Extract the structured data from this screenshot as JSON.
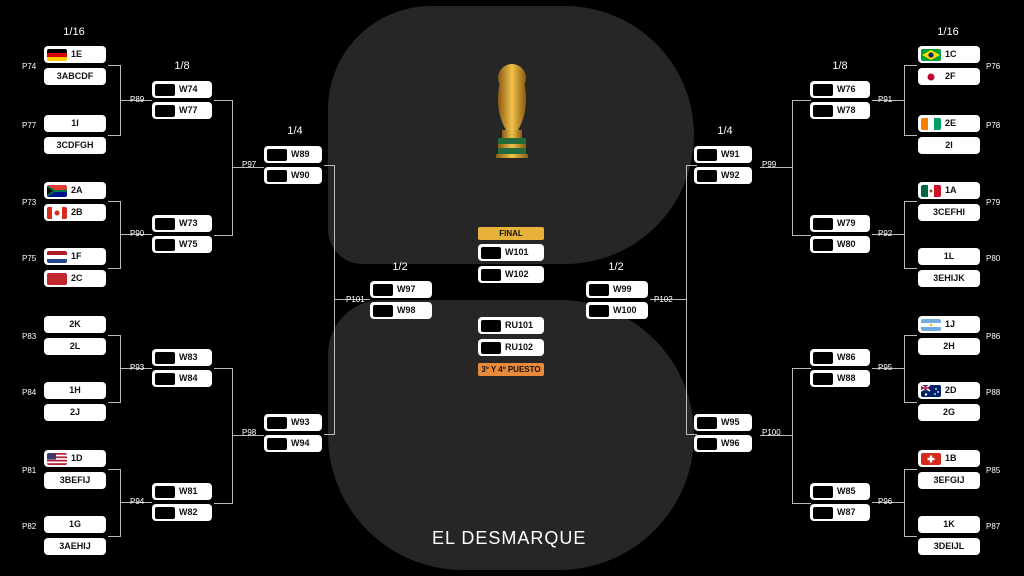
{
  "colors": {
    "background": "#000000",
    "shape": "#262626",
    "slot": "#ffffff",
    "final_badge": "#e8b23a",
    "third_badge": "#e88a3a"
  },
  "rounds": {
    "r16_left": "1/16",
    "r16_right": "1/16",
    "r8_left": "1/8",
    "r8_right": "1/8",
    "qf_left": "1/4",
    "qf_right": "1/4",
    "sf_left": "1/2",
    "sf_right": "1/2"
  },
  "final_label": "FINAL",
  "third_label": "3º Y 4º PUESTO",
  "brand": "EL DESMARQUE",
  "trophy_icon": "world-cup-trophy-icon",
  "left_r32": [
    {
      "match": "P74",
      "teams": [
        {
          "label": "1E",
          "flag": "germany"
        },
        {
          "label": "3ABCDF",
          "flag": ""
        }
      ]
    },
    {
      "match": "P77",
      "teams": [
        {
          "label": "1I",
          "flag": ""
        },
        {
          "label": "3CDFGH",
          "flag": ""
        }
      ]
    },
    {
      "match": "P73",
      "teams": [
        {
          "label": "2A",
          "flag": "south-africa"
        },
        {
          "label": "2B",
          "flag": "canada"
        }
      ]
    },
    {
      "match": "P75",
      "teams": [
        {
          "label": "1F",
          "flag": "netherlands"
        },
        {
          "label": "2C",
          "flag": "morocco"
        }
      ]
    },
    {
      "match": "P83",
      "teams": [
        {
          "label": "2K",
          "flag": ""
        },
        {
          "label": "2L",
          "flag": ""
        }
      ]
    },
    {
      "match": "P84",
      "teams": [
        {
          "label": "1H",
          "flag": ""
        },
        {
          "label": "2J",
          "flag": ""
        }
      ]
    },
    {
      "match": "P81",
      "teams": [
        {
          "label": "1D",
          "flag": "usa"
        },
        {
          "label": "3BEFIJ",
          "flag": ""
        }
      ]
    },
    {
      "match": "P82",
      "teams": [
        {
          "label": "1G",
          "flag": ""
        },
        {
          "label": "3AEHIJ",
          "flag": ""
        }
      ]
    }
  ],
  "right_r32": [
    {
      "match": "P76",
      "teams": [
        {
          "label": "1C",
          "flag": "brazil"
        },
        {
          "label": "2F",
          "flag": "japan"
        }
      ]
    },
    {
      "match": "P78",
      "teams": [
        {
          "label": "2E",
          "flag": "ivory-coast"
        },
        {
          "label": "2I",
          "flag": ""
        }
      ]
    },
    {
      "match": "P79",
      "teams": [
        {
          "label": "1A",
          "flag": "mexico"
        },
        {
          "label": "3CEFHI",
          "flag": ""
        }
      ]
    },
    {
      "match": "P80",
      "teams": [
        {
          "label": "1L",
          "flag": ""
        },
        {
          "label": "3EHIJK",
          "flag": ""
        }
      ]
    },
    {
      "match": "P86",
      "teams": [
        {
          "label": "1J",
          "flag": "argentina"
        },
        {
          "label": "2H",
          "flag": ""
        }
      ]
    },
    {
      "match": "P88",
      "teams": [
        {
          "label": "2D",
          "flag": "australia"
        },
        {
          "label": "2G",
          "flag": ""
        }
      ]
    },
    {
      "match": "P85",
      "teams": [
        {
          "label": "1B",
          "flag": "switzerland"
        },
        {
          "label": "3EFGIJ",
          "flag": ""
        }
      ]
    },
    {
      "match": "P87",
      "teams": [
        {
          "label": "1K",
          "flag": ""
        },
        {
          "label": "3DEIJL",
          "flag": ""
        }
      ]
    }
  ],
  "left_r16": [
    {
      "match": "P89",
      "teams": [
        "W74",
        "W77"
      ]
    },
    {
      "match": "P90",
      "teams": [
        "W73",
        "W75"
      ]
    },
    {
      "match": "P93",
      "teams": [
        "W83",
        "W84"
      ]
    },
    {
      "match": "P94",
      "teams": [
        "W81",
        "W82"
      ]
    }
  ],
  "right_r16": [
    {
      "match": "P91",
      "teams": [
        "W76",
        "W78"
      ]
    },
    {
      "match": "P92",
      "teams": [
        "W79",
        "W80"
      ]
    },
    {
      "match": "P95",
      "teams": [
        "W86",
        "W88"
      ]
    },
    {
      "match": "P96",
      "teams": [
        "W85",
        "W87"
      ]
    }
  ],
  "left_qf": [
    {
      "match": "P97",
      "teams": [
        "W89",
        "W90"
      ]
    },
    {
      "match": "P98",
      "teams": [
        "W93",
        "W94"
      ]
    }
  ],
  "right_qf": [
    {
      "match": "P99",
      "teams": [
        "W91",
        "W92"
      ]
    },
    {
      "match": "P100",
      "teams": [
        "W95",
        "W96"
      ]
    }
  ],
  "left_sf": {
    "match": "P101",
    "teams": [
      "W97",
      "W98"
    ]
  },
  "right_sf": {
    "match": "P102",
    "teams": [
      "W99",
      "W100"
    ]
  },
  "final": {
    "teams": [
      "W101",
      "W102"
    ]
  },
  "third": {
    "teams": [
      "RU101",
      "RU102"
    ]
  }
}
